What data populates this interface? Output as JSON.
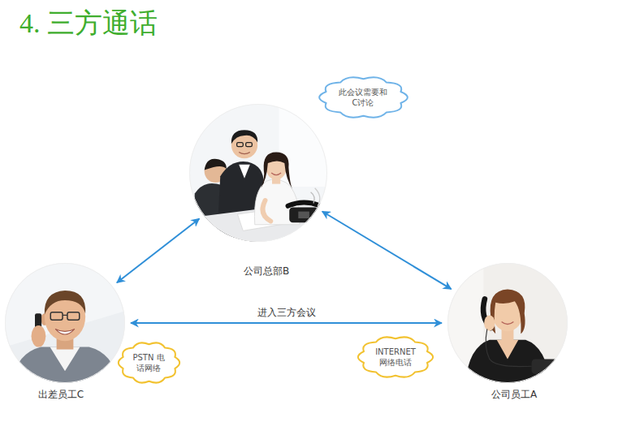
{
  "diagram": {
    "title": "4. 三方通话",
    "nodes": [
      {
        "text": [
          "此会议需要和 C讨论"
        ]
      },
      {
        "text": [
          "公司总部B"
        ]
      },
      {
        "text": [
          "出差员工C"
        ]
      },
      {
        "text": [
          "PSTN 电话网络"
        ]
      },
      {
        "text": [
          "INTERNET 网络电话"
        ]
      },
      {
        "text": [
          "公司员工A"
        ]
      }
    ],
    "edges": [
      {
        "from": 1,
        "to": 2,
        "arrow": "both"
      },
      {
        "from": 1,
        "to": 5,
        "arrow": "both"
      },
      {
        "from": 2,
        "to": 5,
        "label": "进入三方会议",
        "arrow": "both"
      }
    ]
  }
}
